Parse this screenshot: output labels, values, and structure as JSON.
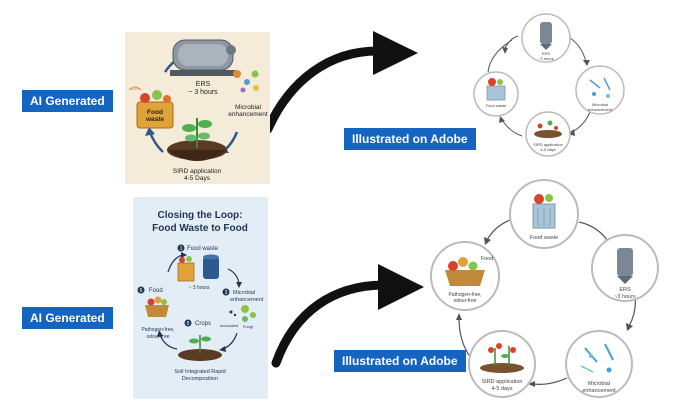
{
  "badges": {
    "ai_top": "AI Generated",
    "ai_bottom": "AI Generated",
    "adobe_top": "Illustrated on Adobe",
    "adobe_bottom": "Illustrated on Adobe"
  },
  "top_ai_panel": {
    "ers_label": "ERS",
    "ers_time": "~ 3 hours",
    "microbial_line1": "Microbial",
    "microbial_line2": "enhancement",
    "food_line1": "Food",
    "food_line2": "waste",
    "sird_line1": "SIRD application",
    "sird_line2": "4-5 Days"
  },
  "top_adobe_cycle": {
    "ers": "ERS",
    "ers_time": "~3 hours",
    "microbial_line1": "Microbial",
    "microbial_line2": "enhancement",
    "sird_line1": "SIRD application",
    "sird_line2": "4-5 days",
    "food": "Food waste"
  },
  "bottom_ai_panel": {
    "title_line1": "Closing the Loop:",
    "title_line2": "Food Waste to Food",
    "step1_num": "1",
    "step1_label": "Food waste",
    "step1_time": "~ 3 hours",
    "step3_num": "3",
    "step3_line1": "Microbial",
    "step3_line2": "enhancement",
    "inoculated": "Inoculated",
    "fungi": "Fungi",
    "step5_num": "5",
    "step5_label": "Crops",
    "step6_num": "6",
    "step6_label": "Food",
    "pathogen_line1": "Pathogen-free,",
    "pathogen_line2": "odour-free",
    "soil_line1": "Soil Integrated Rapid",
    "soil_line2": "Decomposition"
  },
  "bottom_adobe_cycle": {
    "food_waste": "Food waste",
    "ers": "ERS",
    "ers_time": "~3 hours",
    "microbial_line1": "Microbial",
    "microbial_line2": "enhancement",
    "sird_line1": "SIRD application",
    "sird_line2": "4-5 days",
    "food": "Food",
    "pathogen_line1": "Pathogen-free,",
    "pathogen_line2": "odour-free"
  },
  "colors": {
    "badge_blue": "#1464c0",
    "arrow_black": "#111111",
    "top_panel_bg": "#f4ecd9",
    "bottom_panel_bg": "#e3edf6",
    "cycle_stroke": "#555555"
  }
}
